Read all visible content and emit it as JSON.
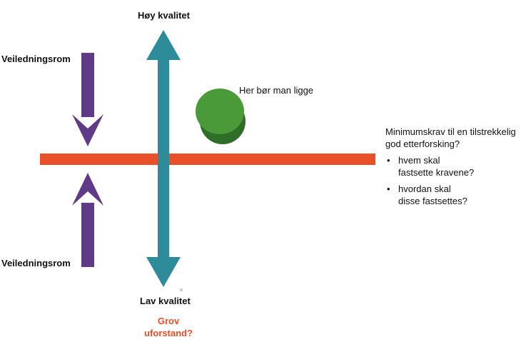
{
  "top_label": "Høy kvalitet",
  "bottom_label": "Lav kvalitet",
  "warning": [
    "Grov",
    "uforstand?"
  ],
  "left_label_top": "Veiledningsrom",
  "left_label_bottom": "Veiledningsrom",
  "circle_label": "Her bør man ligge",
  "side_text": {
    "heading": [
      "Minimumskrav til en tilstrekkelig",
      "god etterforsking?"
    ],
    "bullets": [
      [
        "hvem skal",
        "fastsette kravene?"
      ],
      [
        "hvordan skal",
        "disse fastsettes?"
      ]
    ]
  },
  "colors": {
    "threshold_bar": "#e8502a",
    "quality_arrow": "#2e8b9a",
    "guidance_arrows": "#5e3a87",
    "circle": "#4a9a3a",
    "circle_shadow": "#2f6e28",
    "warning_text": "#e8502a"
  }
}
